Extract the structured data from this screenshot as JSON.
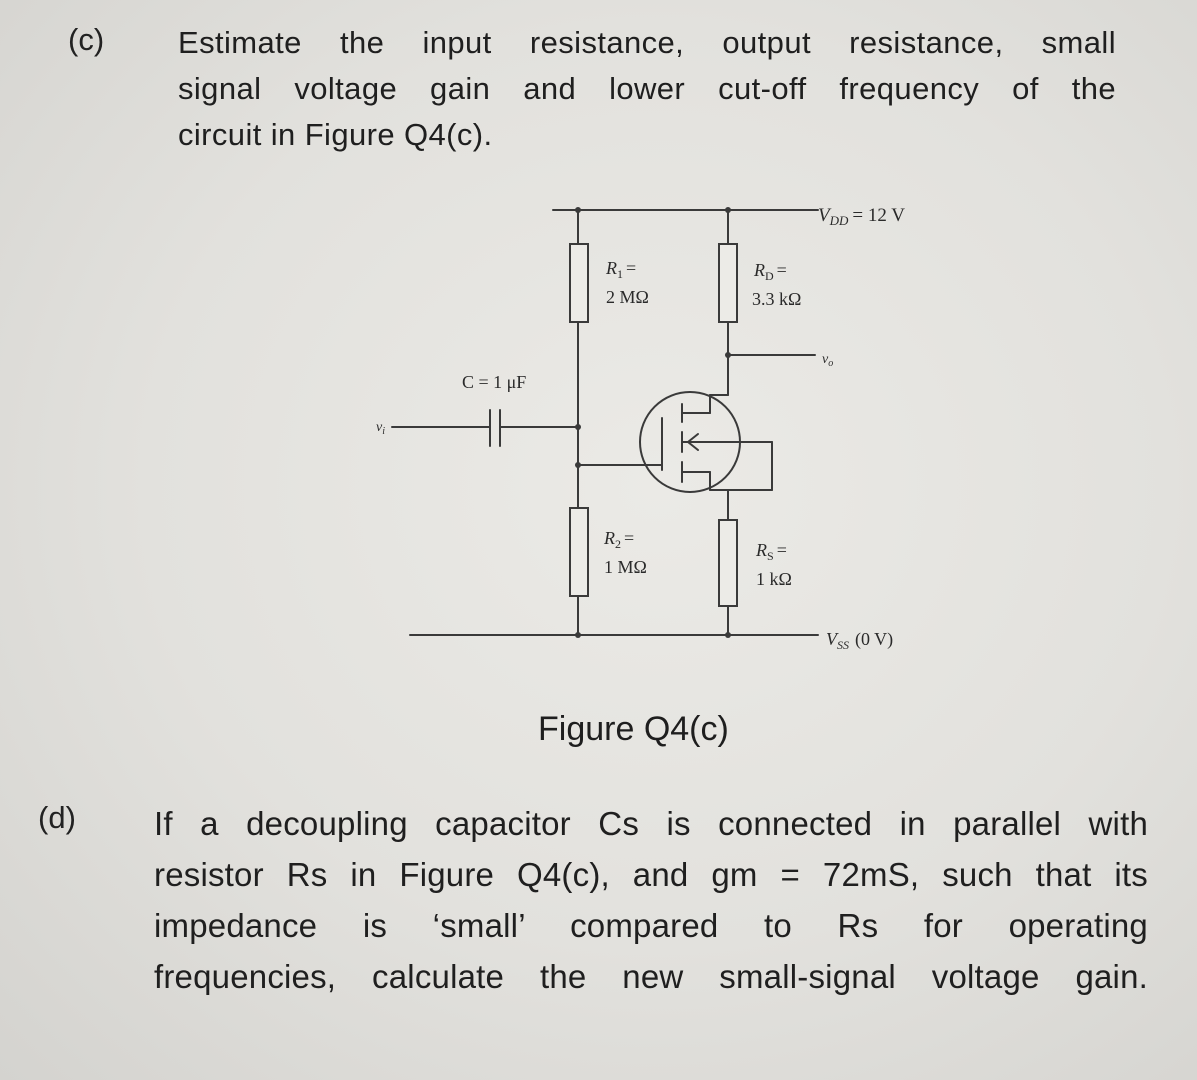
{
  "question_c": {
    "label": "(c)",
    "lines": [
      "Estimate the input resistance, output resistance, small",
      "signal voltage gain and lower cut-off frequency of the",
      "circuit in Figure Q4(c)."
    ]
  },
  "figure": {
    "caption": "Figure Q4(c)",
    "vdd_label": "V",
    "vdd_sub": "DD",
    "vdd_value": "= 12 V",
    "vss_label": "V",
    "vss_sub": "SS",
    "vss_value": "(0 V)",
    "r1_name": "R",
    "r1_sub": "1",
    "r1_eq": "=",
    "r1_value": "2 MΩ",
    "r2_name": "R",
    "r2_sub": "2",
    "r2_eq": "=",
    "r2_value": "1 MΩ",
    "rd_name": "R",
    "rd_sub": "D",
    "rd_eq": "=",
    "rd_value": "3.3 kΩ",
    "rs_name": "R",
    "rs_sub": "S",
    "rs_eq": "=",
    "rs_value": "1 kΩ",
    "cap_label": "C = 1 μF",
    "vi_label": "v",
    "vi_sub": "i",
    "vo_label": "v",
    "vo_sub": "o"
  },
  "question_d": {
    "label": "(d)",
    "lines": [
      "If a decoupling capacitor Cs is connected in parallel with",
      "resistor Rs in Figure Q4(c), and gm = 72mS, such that its",
      "impedance is ‘small’ compared to Rs for operating",
      "frequencies, calculate the new small-signal voltage gain."
    ]
  }
}
